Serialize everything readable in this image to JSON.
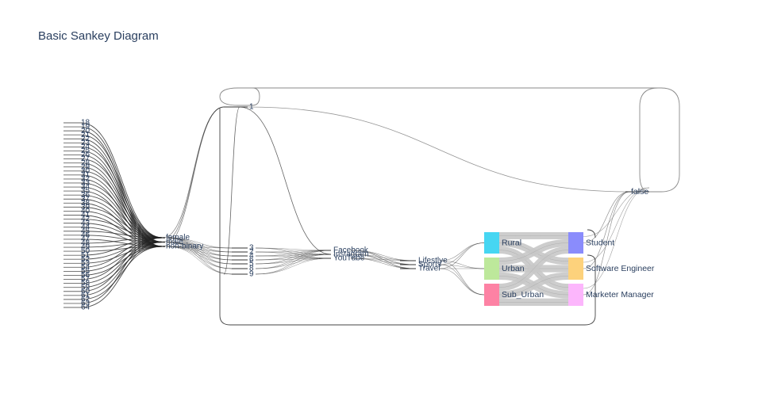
{
  "chart_data": {
    "type": "sankey",
    "title": "Basic Sankey Diagram",
    "ages": [
      "18",
      "19",
      "20",
      "21",
      "22",
      "23",
      "24",
      "25",
      "26",
      "27",
      "28",
      "29",
      "30",
      "31",
      "32",
      "33",
      "34",
      "35",
      "36",
      "37",
      "38",
      "39",
      "40",
      "41",
      "42",
      "43",
      "44",
      "45",
      "46",
      "47",
      "48",
      "49",
      "50",
      "51",
      "52",
      "53",
      "54",
      "55",
      "56",
      "57",
      "58",
      "59",
      "60",
      "61",
      "62",
      "63",
      "64"
    ],
    "genders": [
      "female",
      "male",
      "non-binary"
    ],
    "one_label": "1",
    "counts": [
      "3",
      "2",
      "4",
      "6",
      "5",
      "8",
      "9"
    ],
    "platforms": [
      "Facebook",
      "Instagram",
      "YouTube"
    ],
    "interests": [
      "Lifestlye",
      "Sports",
      "Travel"
    ],
    "locations": [
      "Rural",
      "Urban",
      "Sub_Urban"
    ],
    "professions": [
      "Student",
      "Software Engineer",
      "Marketer Manager"
    ],
    "false_label": "false",
    "colors": {
      "Rural": "#46d6f2",
      "Urban": "#bde89b",
      "Sub_Urban": "#fd82a4",
      "Student": "#8a8cfc",
      "Software Engineer": "#fdd27c",
      "Marketer Manager": "#fcb6fc",
      "link_light": "#c8c8c8",
      "link_dark": "#222222",
      "text": "#2a3f5f"
    }
  }
}
